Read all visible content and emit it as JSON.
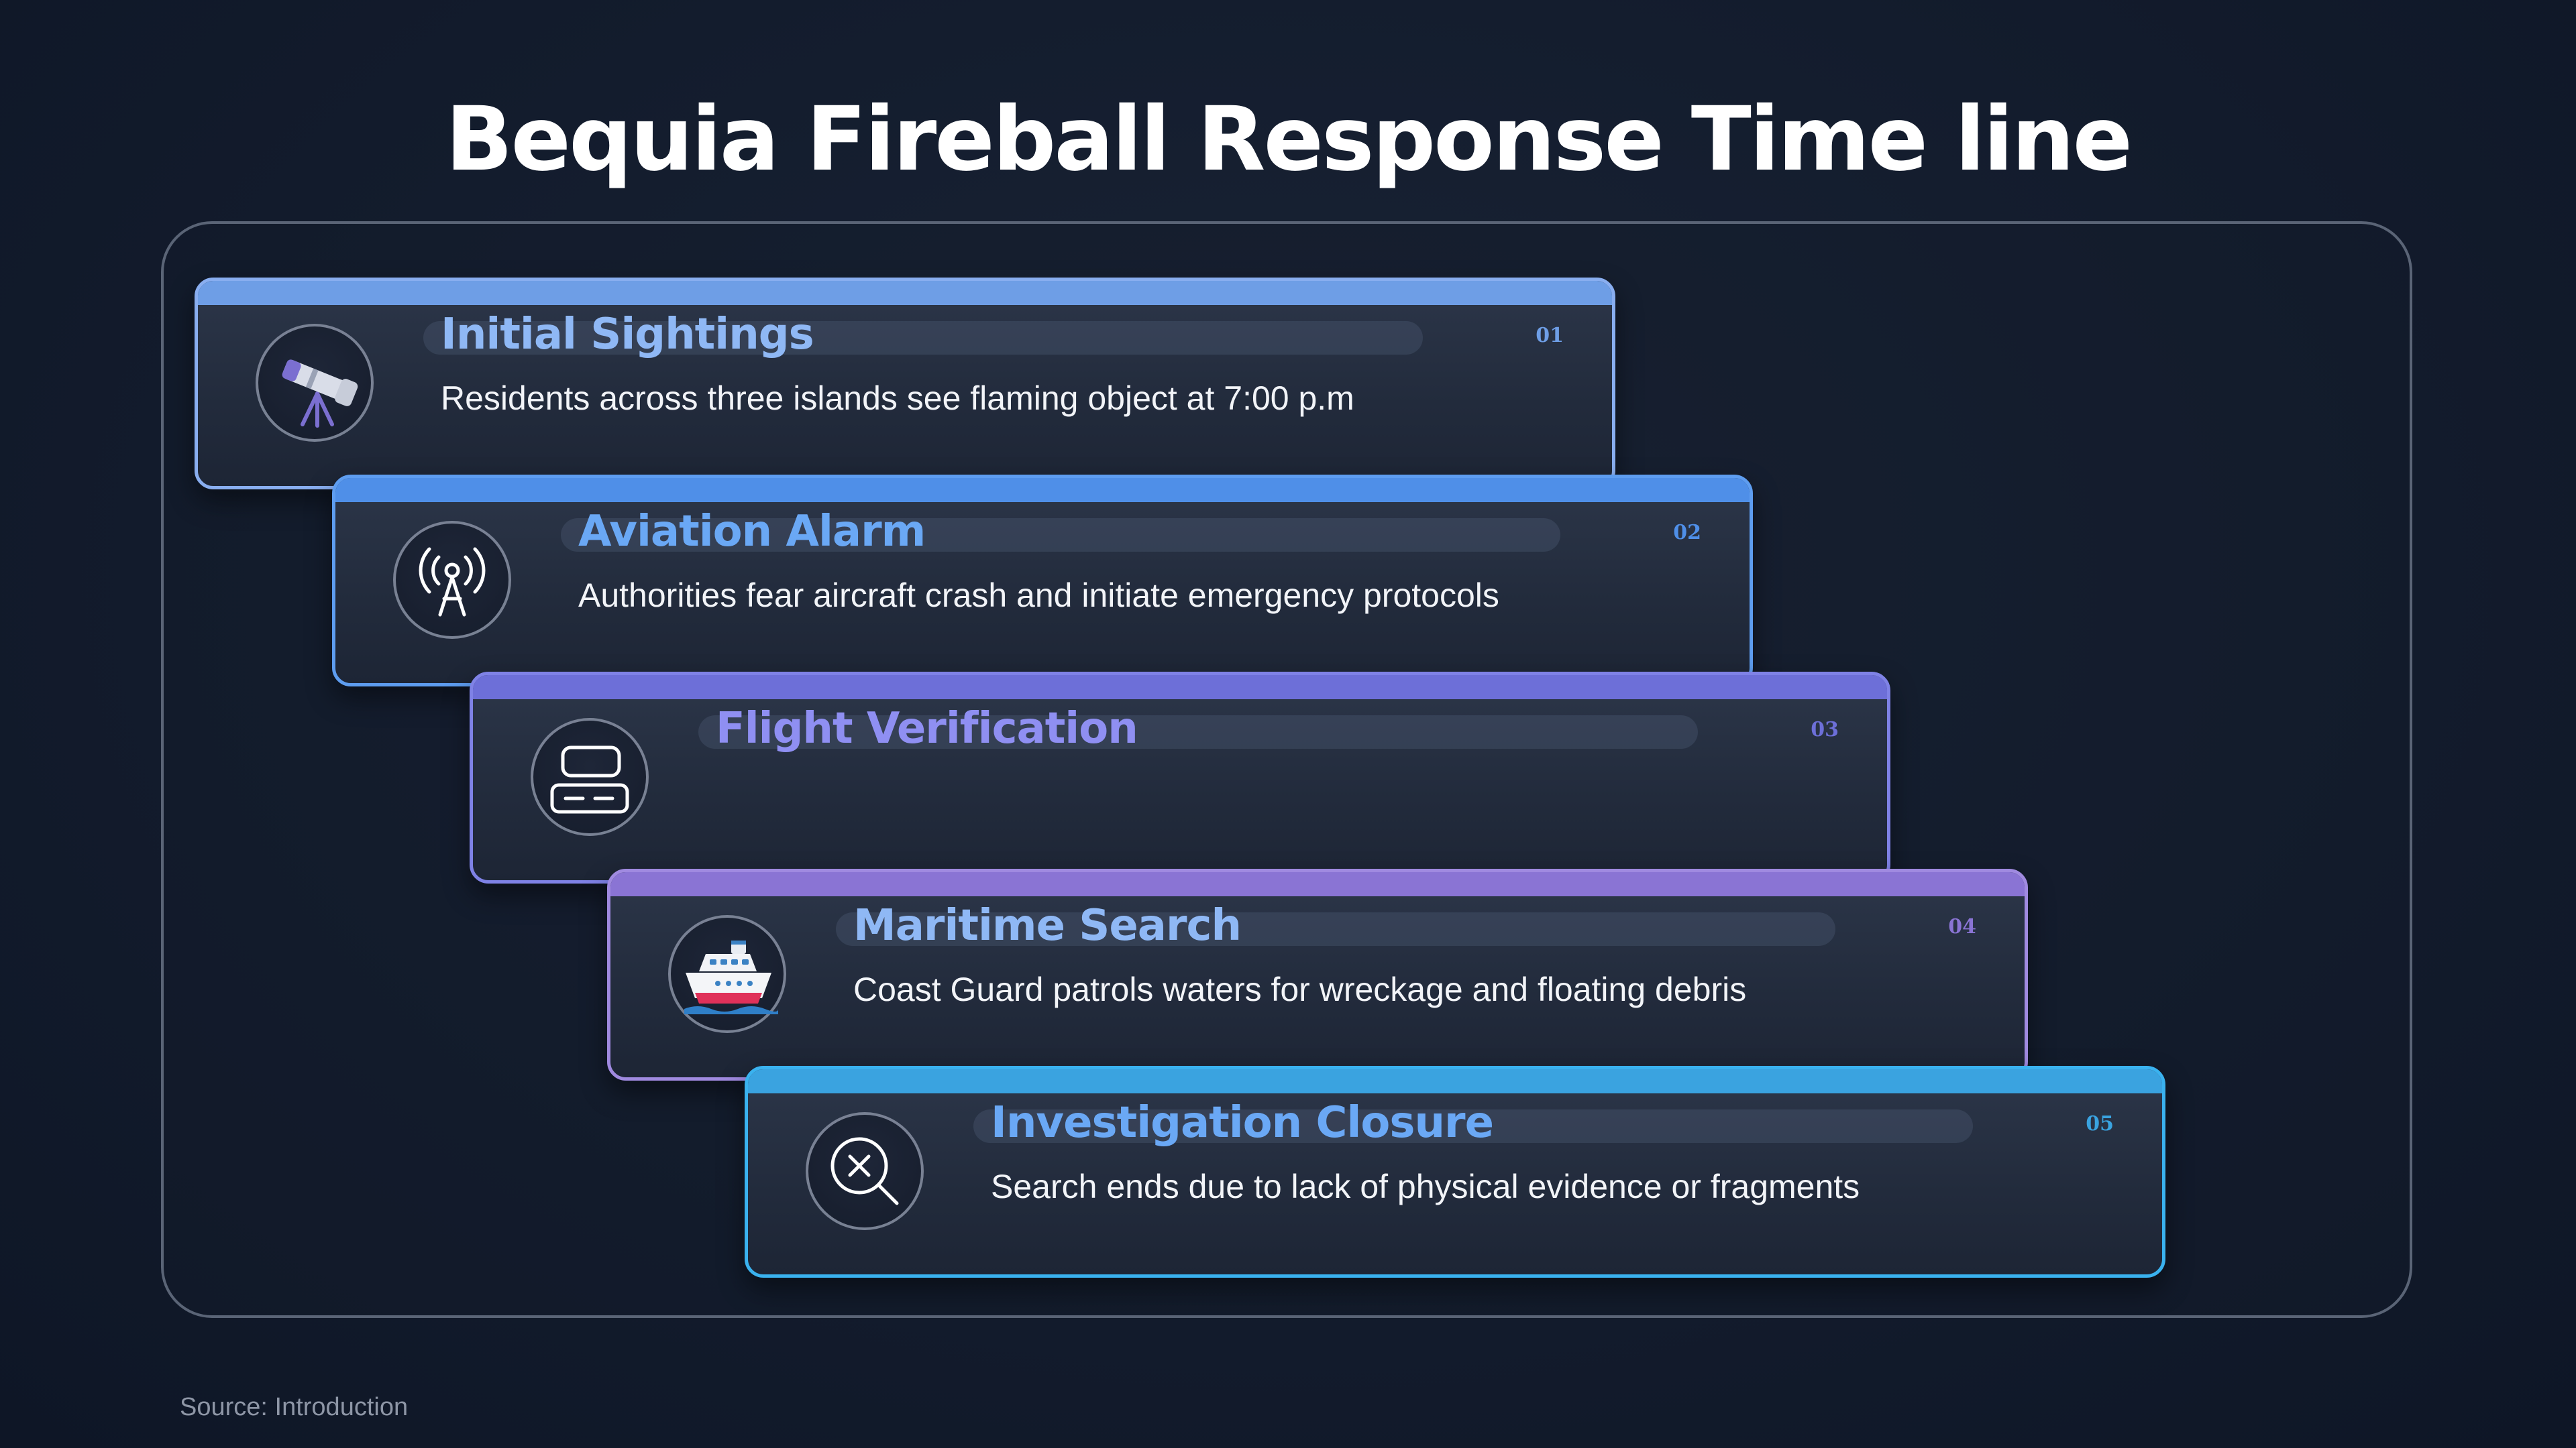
{
  "title": "Bequia Fireball Response Time line",
  "source": "Source: Introduction",
  "steps": [
    {
      "number": "01",
      "heading": "Initial Sightings",
      "description": "Residents across three islands see flaming object at 7:00 p.m",
      "icon": "telescope-icon",
      "accent": "#6e9ee6",
      "border": "#89aef0",
      "headColor": "#8fb8f5"
    },
    {
      "number": "02",
      "heading": "Aviation Alarm",
      "description": "Authorities fear aircraft crash and initiate emergency protocols",
      "icon": "radio-tower-icon",
      "accent": "#4f8fe8",
      "border": "#5e9df0",
      "headColor": "#6aa8f5"
    },
    {
      "number": "03",
      "heading": "Flight Verification",
      "description": "",
      "icon": "server-icon",
      "accent": "#6d6fd8",
      "border": "#7f82e6",
      "headColor": "#8f8ff2"
    },
    {
      "number": "04",
      "heading": "Maritime Search",
      "description": "Coast Guard patrols waters for wreckage and floating debris",
      "icon": "ship-icon",
      "accent": "#8a74d4",
      "border": "#a08ae0",
      "headColor": "#8fb8f5"
    },
    {
      "number": "05",
      "heading": "Investigation Closure",
      "description": "Search ends due to lack of physical evidence or fragments",
      "icon": "search-x-icon",
      "accent": "#3aa3e0",
      "border": "#3ab2ef",
      "headColor": "#6aa8f5"
    }
  ]
}
